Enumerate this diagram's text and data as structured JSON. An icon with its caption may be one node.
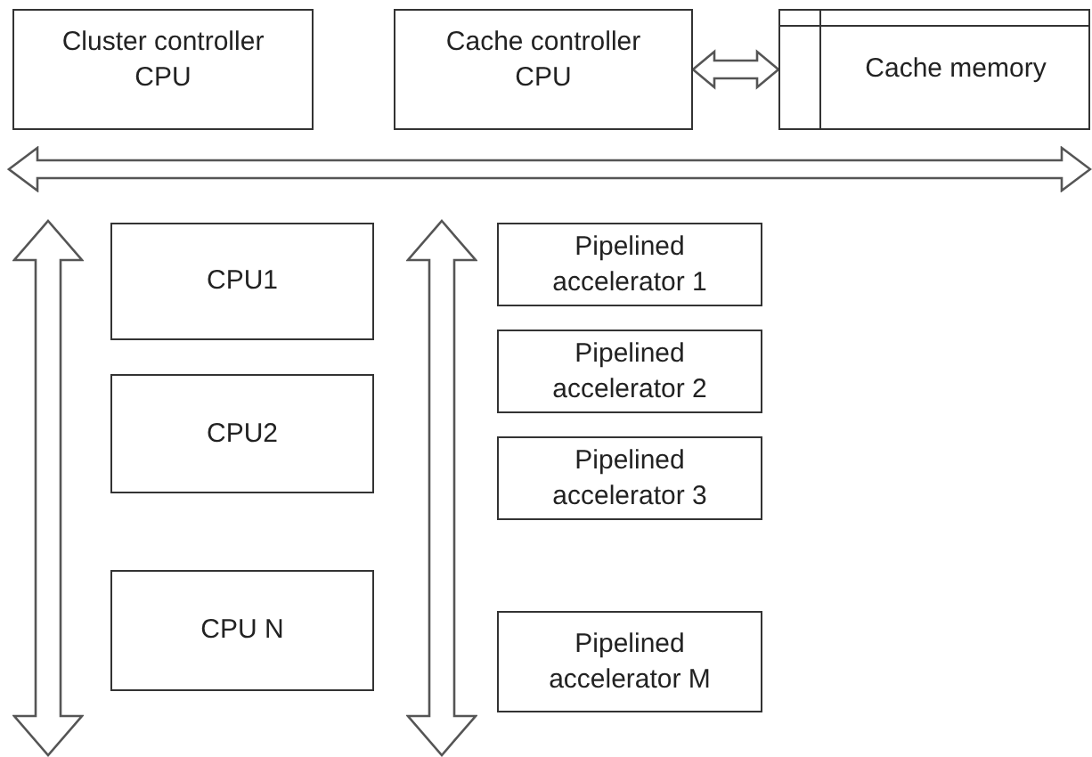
{
  "diagram": {
    "nodes": [
      {
        "text": [
          "Cluster controller CPU"
        ]
      },
      {
        "text": [
          "Cache controller CPU"
        ]
      },
      {
        "text": [
          "Cache memory"
        ]
      },
      {
        "text": [],
        "shape": "arrow"
      },
      {
        "text": [],
        "shape": "arrow"
      },
      {
        "text": [
          "CPU1"
        ]
      },
      {
        "text": [
          "CPU2"
        ]
      },
      {
        "text": [
          "CPU N"
        ]
      },
      {
        "text": [],
        "shape": "arrow"
      },
      {
        "text": [
          "Pipelined accelerator 1"
        ]
      },
      {
        "text": [
          "Pipelined accelerator 2"
        ]
      },
      {
        "text": [
          "Pipelined accelerator 3"
        ]
      },
      {
        "text": [
          "Pipelined accelerator M"
        ]
      }
    ],
    "edges": [
      {
        "from": 1,
        "to": 2,
        "arrow": "both"
      }
    ]
  }
}
